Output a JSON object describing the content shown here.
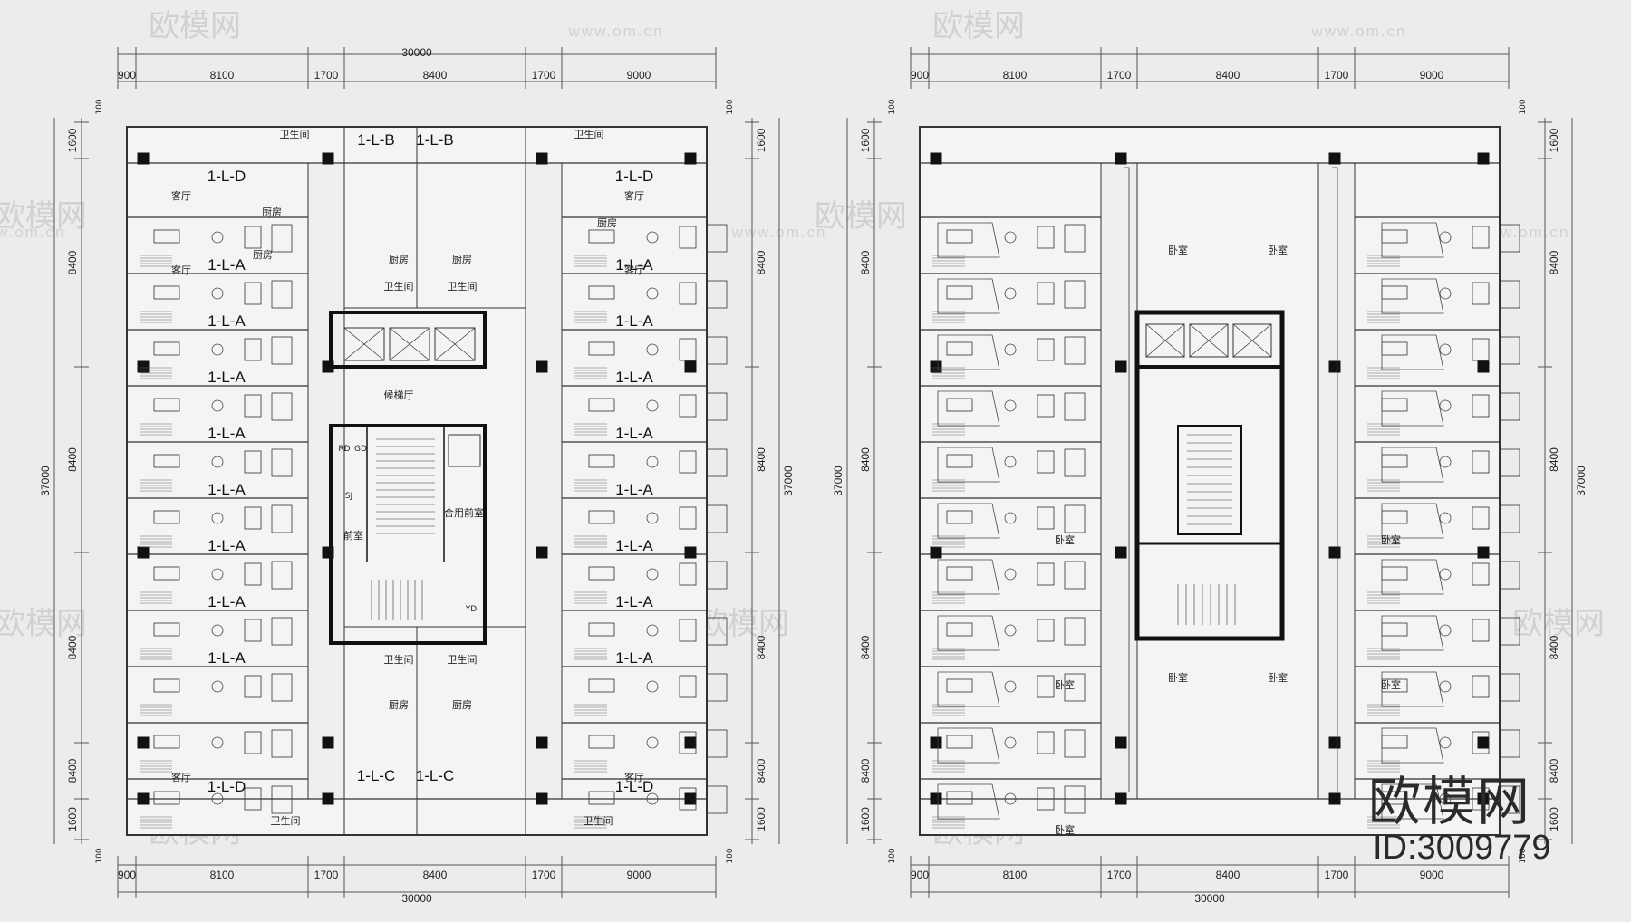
{
  "watermark": {
    "brand": "欧模网",
    "url": "www.om.cn"
  },
  "brand_mark": {
    "name": "欧模网",
    "id_text": "ID:3009779"
  },
  "plans": [
    {
      "id": "left",
      "dims_top_total": "30000",
      "dims_bottom_total": "30000",
      "dims_x": [
        "900",
        "8100",
        "1700",
        "8400",
        "1700",
        "9000"
      ],
      "dims_side_total": "37000",
      "dims_side": [
        "1600",
        "8400",
        "8400",
        "8400",
        "8400",
        "1600"
      ],
      "edge_margin": "100"
    },
    {
      "id": "right",
      "dims_top_total": "",
      "dims_bottom_total": "30000",
      "dims_x": [
        "900",
        "8100",
        "1700",
        "8400",
        "1700",
        "9000"
      ],
      "dims_side_total": "37000",
      "dims_side": [
        "1600",
        "8400",
        "8400",
        "8400",
        "8400",
        "1600"
      ],
      "edge_margin": "100"
    }
  ],
  "labels": {
    "unit_d": "1-L-D",
    "unit_a": "1-L-A",
    "unit_b": "1-L-B",
    "unit_c": "1-L-C",
    "bathroom": "卫生间",
    "kitchen": "厨房",
    "living": "客厅",
    "bedroom": "卧室",
    "elevator_hall": "候梯厅",
    "shared_anteroom": "合用前室",
    "anteroom": "前室",
    "rd": "RD",
    "gd": "GD",
    "sj": "SJ",
    "yd": "YD"
  }
}
